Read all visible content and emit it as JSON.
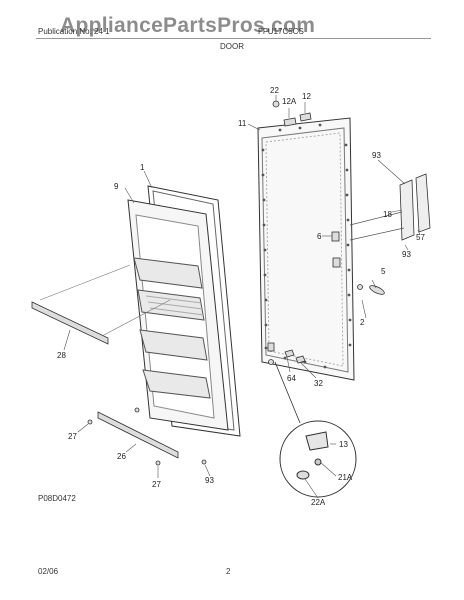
{
  "header": {
    "publication": "Publication No: 24 1",
    "model": "FFU17C5CS",
    "section_title": "DOOR"
  },
  "watermark": "AppliancePartsPros.com",
  "drawing_code": "P08D0472",
  "footer": {
    "date": "02/06",
    "page_number": "2"
  },
  "callouts": {
    "c22": "22",
    "c12A": "12A",
    "c12": "12",
    "c11": "11",
    "c1": "1",
    "c9": "9",
    "c93a": "93",
    "c18": "18",
    "c57": "57",
    "c93b": "93",
    "c6": "6",
    "c5": "5",
    "c2": "2",
    "c28": "28",
    "c64": "64",
    "c32": "32",
    "c27a": "27",
    "c26": "26",
    "c27b": "27",
    "c93c": "93",
    "c13": "13",
    "c21A": "21A",
    "c22A": "22A"
  }
}
